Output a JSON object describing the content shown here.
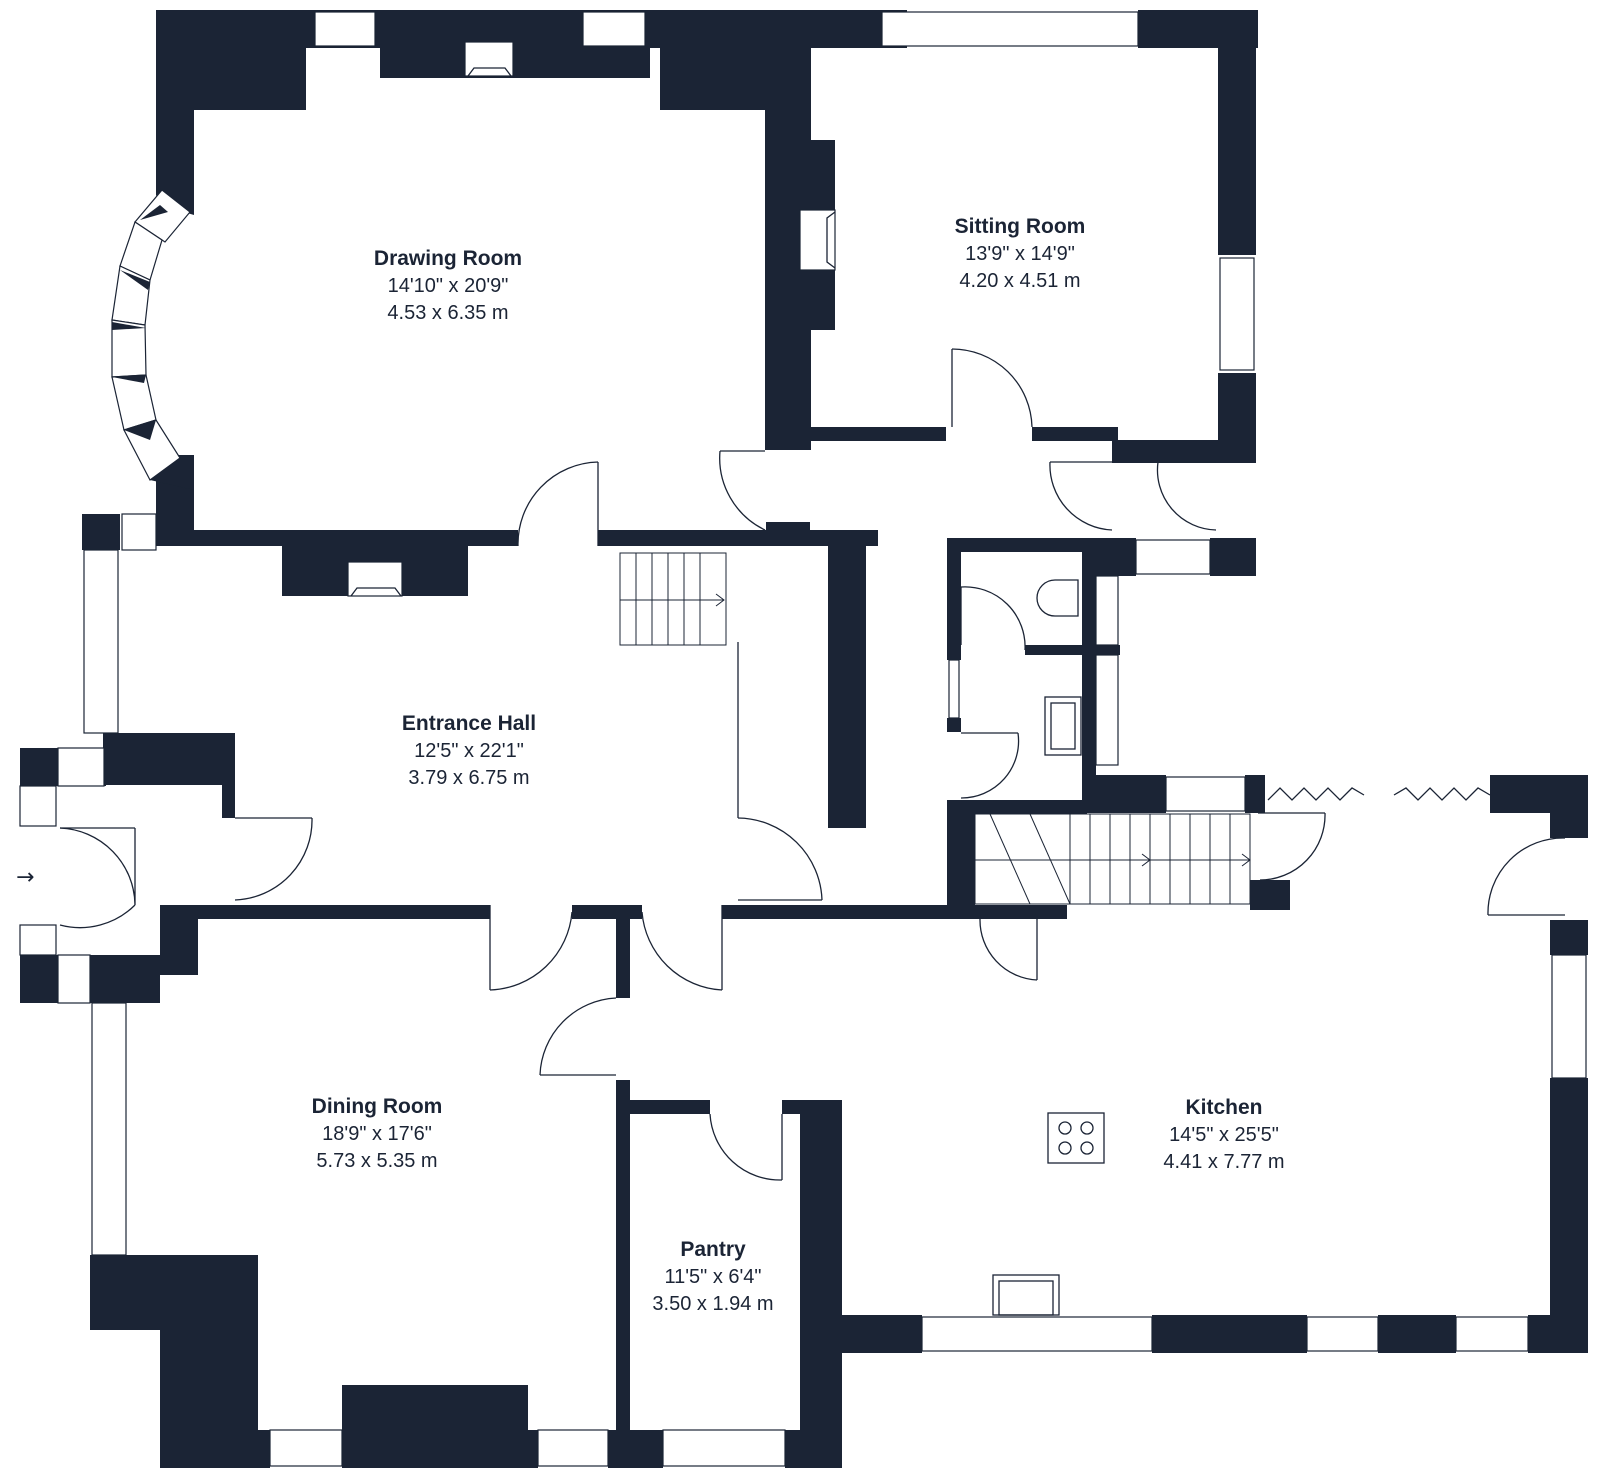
{
  "rooms": {
    "drawing": {
      "name": "Drawing Room",
      "imperial": "14'10\" x 20'9\"",
      "metric": "4.53 x 6.35 m"
    },
    "sitting": {
      "name": "Sitting Room",
      "imperial": "13'9\" x 14'9\"",
      "metric": "4.20 x 4.51 m"
    },
    "entrance": {
      "name": "Entrance Hall",
      "imperial": "12'5\" x 22'1\"",
      "metric": "3.79 x 6.75 m"
    },
    "dining": {
      "name": "Dining Room",
      "imperial": "18'9\" x 17'6\"",
      "metric": "5.73 x 5.35 m"
    },
    "kitchen": {
      "name": "Kitchen",
      "imperial": "14'5\" x 25'5\"",
      "metric": "4.41 x 7.77 m"
    },
    "pantry": {
      "name": "Pantry",
      "imperial": "11'5\" x 6'4\"",
      "metric": "3.50 x 1.94 m"
    }
  },
  "entrance_marker": {
    "icon": "entry-arrow-icon",
    "glyph": "→"
  },
  "colors": {
    "wall": "#1b2435",
    "background": "#ffffff"
  }
}
